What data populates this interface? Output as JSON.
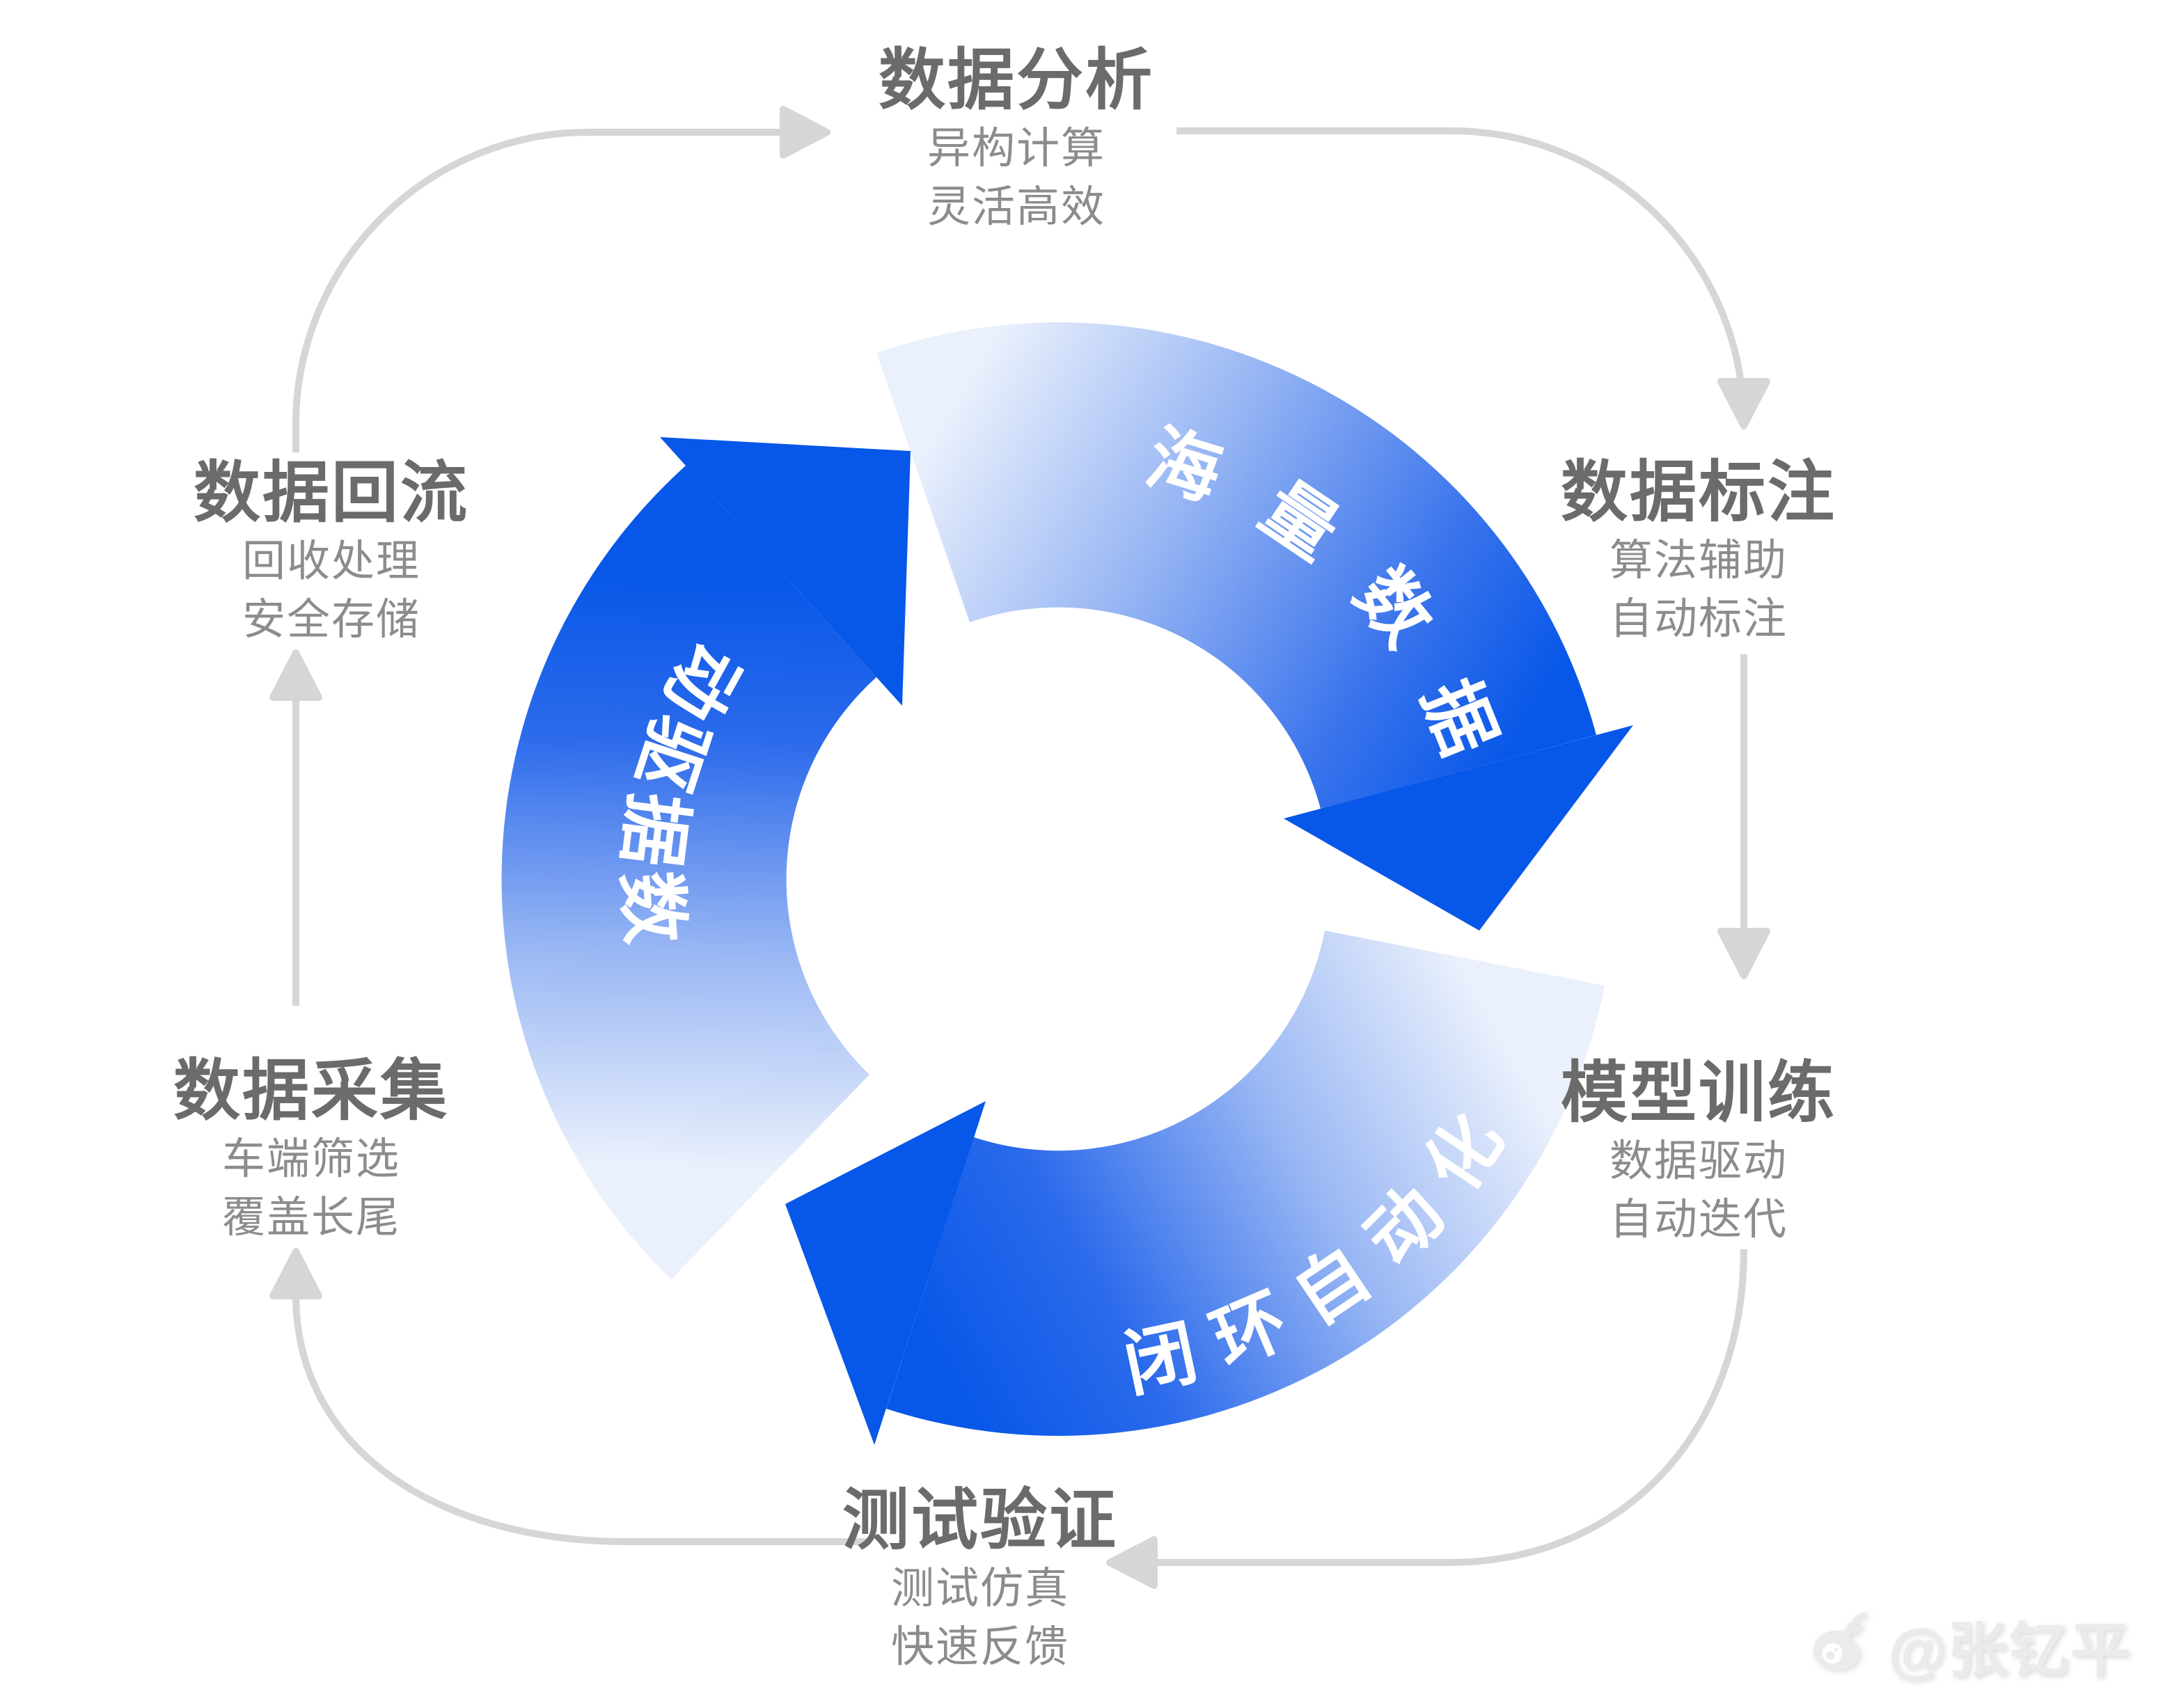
{
  "diagram": {
    "type": "cycle-diagram",
    "stages": [
      {
        "id": "data-analysis",
        "title": "数据分析",
        "lines": [
          "异构计算",
          "灵活高效"
        ]
      },
      {
        "id": "data-labeling",
        "title": "数据标注",
        "lines": [
          "算法辅助",
          "自动标注"
        ]
      },
      {
        "id": "model-training",
        "title": "模型训练",
        "lines": [
          "数据驱动",
          "自动迭代"
        ]
      },
      {
        "id": "test-verification",
        "title": "测试验证",
        "lines": [
          "测试仿真",
          "快速反馈"
        ]
      },
      {
        "id": "data-collection",
        "title": "数据采集",
        "lines": [
          "车端筛选",
          "覆盖长尾"
        ]
      },
      {
        "id": "data-reflow",
        "title": "数据回流",
        "lines": [
          "回收处理",
          "安全存储"
        ]
      }
    ],
    "ring": {
      "labels": [
        {
          "text": "海量数据",
          "chars": [
            "海",
            "量",
            "数",
            "据"
          ]
        },
        {
          "text": "闭环自动化",
          "chars": [
            "闭",
            "环",
            "自",
            "动",
            "化"
          ]
        },
        {
          "text": "数据驱动",
          "chars": [
            "数",
            "据",
            "驱",
            "动"
          ]
        }
      ]
    },
    "flow_direction": "clockwise",
    "colors": {
      "accent_blue": "#0757e8",
      "light_blue": "#e8eefb",
      "ring_text": "#ffffff",
      "title_gray": "#6b6b6b",
      "subtitle_gray": "#8c8c8c",
      "connector_gray": "#d6d6d6"
    },
    "watermark": {
      "icon": "weibo-icon",
      "text": "@张钇平"
    }
  }
}
